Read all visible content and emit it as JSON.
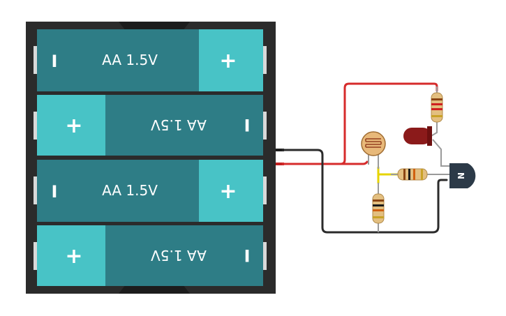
{
  "battery_pack": {
    "cells": [
      {
        "label": "AA 1.5V",
        "positive": "+",
        "negative": "I",
        "orientation": "upright"
      },
      {
        "label": "AA 1.5V",
        "positive": "+",
        "negative": "I",
        "orientation": "flipped"
      },
      {
        "label": "AA 1.5V",
        "positive": "+",
        "negative": "I",
        "orientation": "upright"
      },
      {
        "label": "AA 1.5V",
        "positive": "+",
        "negative": "I",
        "orientation": "flipped"
      }
    ]
  },
  "transistor": {
    "label": "N"
  },
  "colors": {
    "holder": "#2b2b2b",
    "cell_body": "#2e7d86",
    "cell_cap": "#48c3c6",
    "wire_red": "#d62b2b",
    "wire_black": "#2b2b2b",
    "wire_yellow": "#e6d400",
    "led": "#8b1a1a",
    "transistor": "#2c3a48"
  }
}
